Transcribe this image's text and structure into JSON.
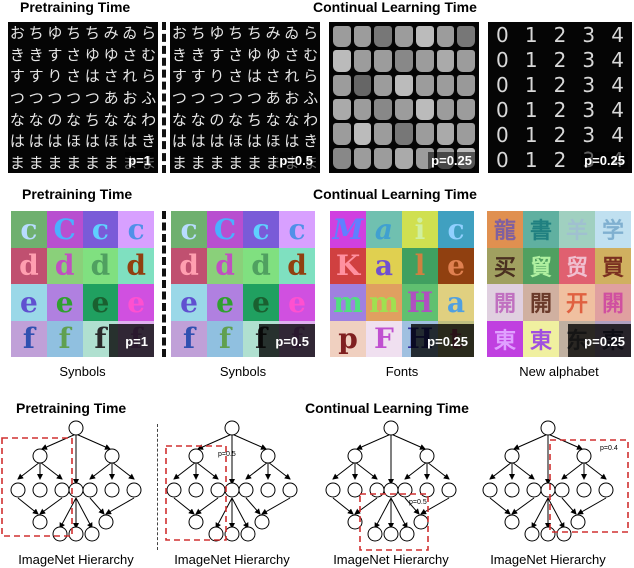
{
  "row1": {
    "pretraining_header": "Pretraining Time",
    "continual_header": "Continual Learning Time",
    "panels": [
      {
        "p_label": "p=1"
      },
      {
        "p_label": "p=0.5"
      },
      {
        "p_label": "p=0.25"
      },
      {
        "p_label": "p=0.25"
      }
    ]
  },
  "row2": {
    "pretraining_header": "Pretraining Time",
    "continual_header": "Continual Learning Time",
    "panels": [
      {
        "p_label": "p=1",
        "caption": "Synbols"
      },
      {
        "p_label": "p=0.5",
        "caption": "Synbols"
      },
      {
        "p_label": "p=0.25",
        "caption": "Fonts"
      },
      {
        "p_label": "p=0.25",
        "caption": "New alphabet"
      }
    ]
  },
  "row3": {
    "pretraining_header": "Pretraining Time",
    "continual_header": "Continual Learning Time",
    "trees": [
      {
        "caption": "ImageNet Hierarchy",
        "box_labels": []
      },
      {
        "caption": "ImageNet Hierarchy",
        "box_labels": [
          "p=0.5"
        ]
      },
      {
        "caption": "ImageNet Hierarchy",
        "box_labels": [
          "p=0.5"
        ]
      },
      {
        "caption": "ImageNet Hierarchy",
        "box_labels": [
          "p=0.4"
        ]
      }
    ]
  }
}
